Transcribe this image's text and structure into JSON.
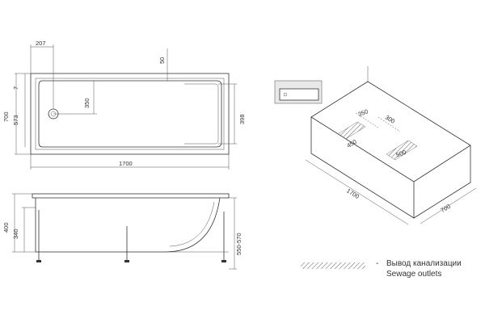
{
  "top_view": {
    "dim_length": "1700",
    "dim_width_total": "700",
    "dim_width_inner": "573",
    "dim_rim": "7",
    "dim_drain_offset_x": "207",
    "dim_rim_top": "50",
    "dim_drain_y": "350",
    "dim_inner_right": "398"
  },
  "side_view": {
    "dim_height_total": "400",
    "dim_height_inner": "340",
    "dim_legs_range": "550-570"
  },
  "room_view": {
    "dim_room_length": "1700",
    "dim_room_width": "700",
    "dim_sewage_x1": "350",
    "dim_sewage_x2": "300",
    "dim_sewage_w1": "450",
    "dim_sewage_w2": "500"
  },
  "legend": {
    "separator": "-",
    "label_ru": "Вывод канализации",
    "label_en": "Sewage outlets"
  }
}
